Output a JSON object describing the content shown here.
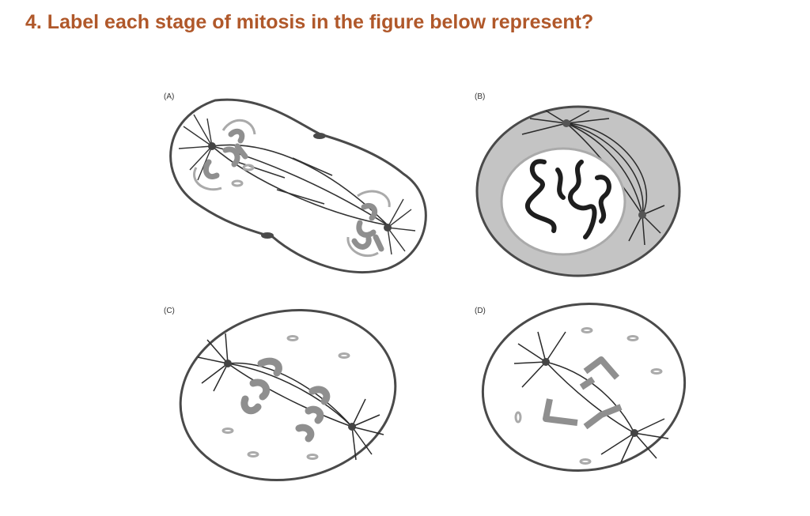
{
  "question": {
    "text": "4. Label each stage of mitosis in the figure below represent?"
  },
  "figure": {
    "panels": [
      {
        "label": "(A)"
      },
      {
        "label": "(B)"
      },
      {
        "label": "(C)"
      },
      {
        "label": "(D)"
      }
    ],
    "colors": {
      "title": "#b0582a",
      "cell_outline": "#4a4a4a",
      "cytoplasm_gray": "#bdbdbd",
      "chromosome_gray": "#9a9a9a",
      "chromatin_dark": "#1e1e1e"
    }
  }
}
